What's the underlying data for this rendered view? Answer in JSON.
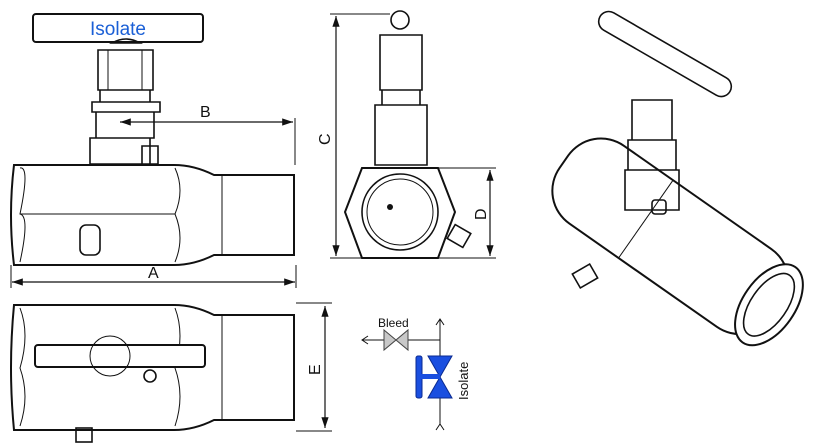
{
  "front_view": {
    "handle_label": "Isolate",
    "dim_a": "A",
    "dim_b": "B"
  },
  "side_view": {
    "dim_c": "C",
    "dim_d": "D"
  },
  "bottom_view": {
    "dim_e": "E"
  },
  "schematic": {
    "bleed_label": "Bleed",
    "isolate_label": "Isolate",
    "isolate_color": "#1a4fe0",
    "bleed_color": "#c8c8c8"
  },
  "colors": {
    "handle_text": "#1a5fd6"
  }
}
